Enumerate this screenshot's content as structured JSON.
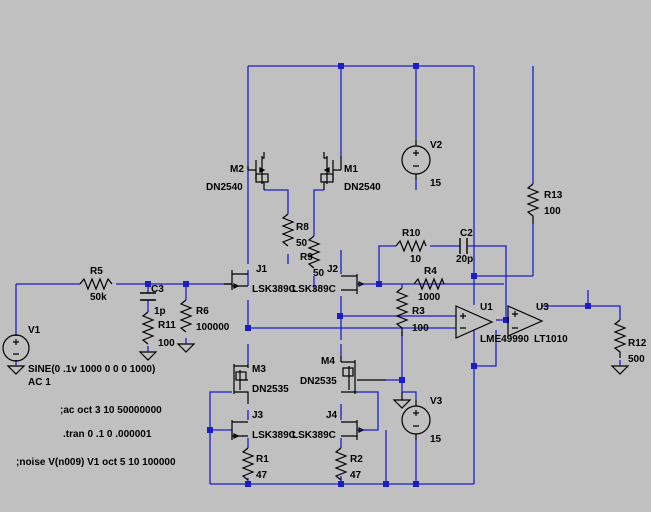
{
  "colors": {
    "background": "#c0c0c0",
    "wire": "#1c1cc8",
    "component": "#000000",
    "junction": "#1c1cc8"
  },
  "components": {
    "M2": {
      "name": "M2",
      "value": "DN2540"
    },
    "M1": {
      "name": "M1",
      "value": "DN2540"
    },
    "M3": {
      "name": "M3",
      "value": "DN2535"
    },
    "M4": {
      "name": "M4",
      "value": "DN2535"
    },
    "J1": {
      "name": "J1",
      "value": "LSK389C"
    },
    "J2": {
      "name": "J2",
      "value": "LSK389C"
    },
    "J3": {
      "name": "J3",
      "value": "LSK389C"
    },
    "J4": {
      "name": "J4",
      "value": "LSK389C"
    },
    "V1": {
      "name": "V1",
      "value": "SINE(0 .1v 1000 0 0 0 1000)",
      "ac": "AC 1"
    },
    "V2": {
      "name": "V2",
      "value": "15"
    },
    "V3": {
      "name": "V3",
      "value": "15"
    },
    "R1": {
      "name": "R1",
      "value": "47"
    },
    "R2": {
      "name": "R2",
      "value": "47"
    },
    "R3": {
      "name": "R3",
      "value": "100"
    },
    "R4": {
      "name": "R4",
      "value": "1000"
    },
    "R5": {
      "name": "R5",
      "value": "50k"
    },
    "R6": {
      "name": "R6",
      "value": "100000"
    },
    "R8": {
      "name": "R8",
      "value": "50"
    },
    "R9": {
      "name": "R9",
      "value": "50"
    },
    "R10": {
      "name": "R10",
      "value": "10"
    },
    "R11": {
      "name": "R11",
      "value": "100"
    },
    "R12": {
      "name": "R12",
      "value": "500"
    },
    "R13": {
      "name": "R13",
      "value": "100"
    },
    "C2": {
      "name": "C2",
      "value": "20p"
    },
    "C3": {
      "name": "C3",
      "value": "1p"
    },
    "U1": {
      "name": "U1",
      "value": "LME49990"
    },
    "U3": {
      "name": "U3",
      "value": "LT1010"
    }
  },
  "directives": {
    "ac": ";ac oct 3 10 50000000",
    "tran": ".tran 0 .1 0 .000001",
    "noise": ";noise V(n009) V1 oct 5 10 100000"
  }
}
